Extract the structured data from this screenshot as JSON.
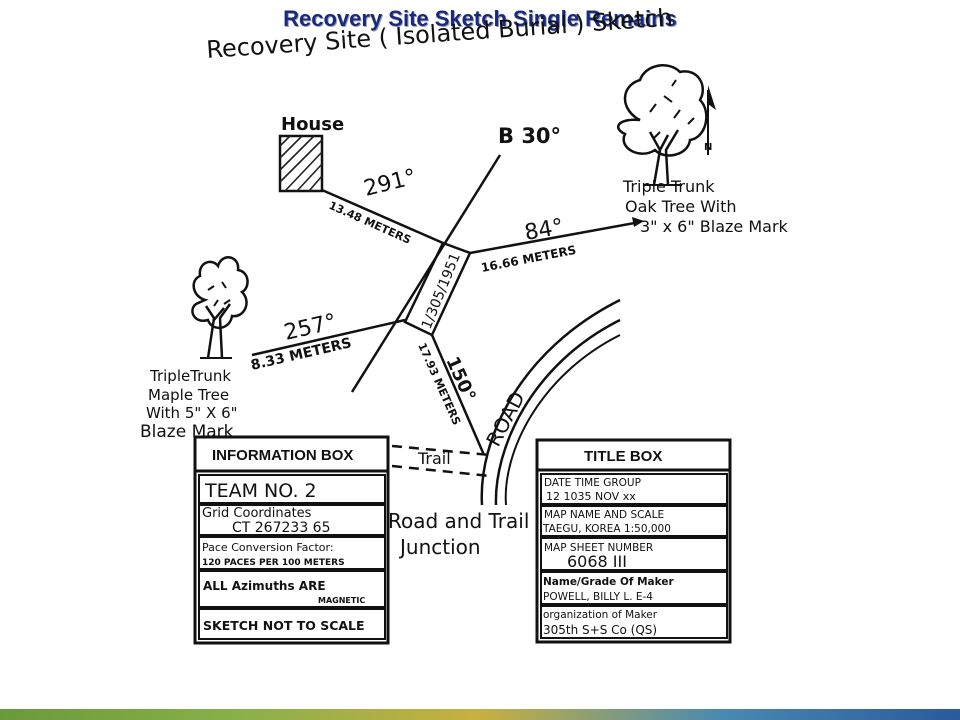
{
  "title": "Recovery Site Sketch Single Remains",
  "sketch_header": "Recovery Site ( Isolated Burial ) Sketch",
  "landmarks": {
    "house": "House",
    "benchmark": "B 30°",
    "oak_tree_lines": [
      "Triple Trunk",
      "Oak Tree With",
      "3\" x 6\" Blaze Mark"
    ],
    "north": "N",
    "maple_tree_lines": [
      "TripleTrunk",
      "Maple Tree",
      "With 5\" X 6\"",
      "Blaze Mark"
    ]
  },
  "measurements": {
    "house_azimuth": "291°",
    "house_distance": "13.48 METERS",
    "oak_azimuth": "84°",
    "oak_distance": "16.66 METERS",
    "maple_azimuth": "257°",
    "maple_distance": "8.33 METERS",
    "junction_azimuth": "150°",
    "junction_distance": "17.93 METERS",
    "burial_label": "1/305/1951"
  },
  "road_label": "ROAD",
  "trail_label": "Trail",
  "junction_lines": [
    "Road and Trail",
    "Junction"
  ],
  "information_box": {
    "header": "INFORMATION BOX",
    "rows": [
      [
        "TEAM NO. 2"
      ],
      [
        "Grid Coordinates",
        "CT 267233 65"
      ],
      [
        "Pace Conversion Factor:",
        "120 PACES PER 100 METERS"
      ],
      [
        "ALL Azimuths ARE",
        "MAGNETIC"
      ],
      [
        "SKETCH NOT TO SCALE"
      ]
    ]
  },
  "title_box": {
    "header": "TITLE BOX",
    "rows": [
      [
        "DATE  TIME  GROUP",
        "12    1035   NOV xx"
      ],
      [
        "MAP  NAME  AND SCALE",
        "TAEGU, KOREA 1:50,000"
      ],
      [
        "MAP SHEET NUMBER",
        "6068 III"
      ],
      [
        "Name/Grade Of Maker",
        "POWELL, BILLY L.  E-4"
      ],
      [
        "organization of Maker",
        "305th  S+S Co (QS)"
      ]
    ]
  }
}
